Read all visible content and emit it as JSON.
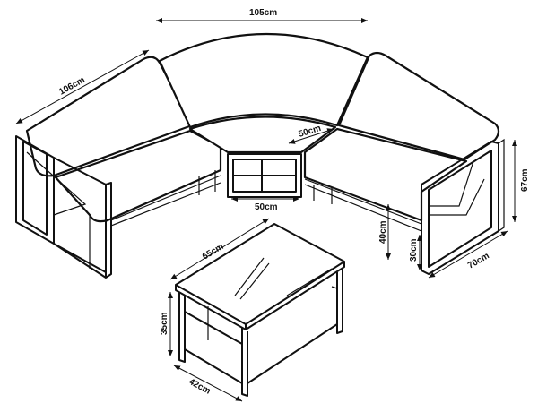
{
  "title": "Corner sofa set dimensions",
  "dimensions": {
    "sofa_total_width": "105cm",
    "sofa_side_length": "106cm",
    "corner_depth": "50cm",
    "corner_width": "50cm",
    "sofa_height": "67cm",
    "seat_height": "40cm",
    "frame_height": "30cm",
    "sofa_depth": "70cm",
    "table_length": "65cm",
    "table_height": "35cm",
    "table_width": "42cm"
  }
}
